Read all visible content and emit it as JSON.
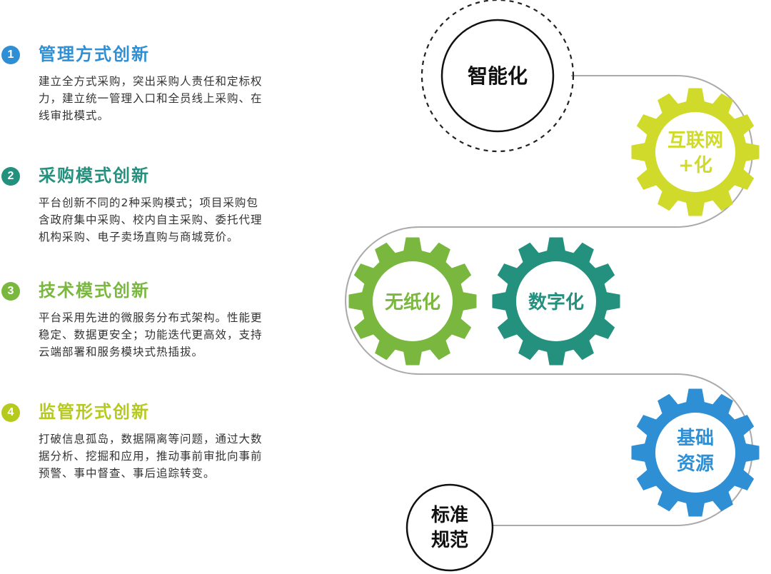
{
  "items": [
    {
      "num": "1",
      "title": "管理方式创新",
      "color": "#2e8fd4",
      "lines": [
        "建立全方式采购，突出采购人责任和定标权",
        "力，建立统一管理入口和全员线上采购、在",
        "线审批模式。"
      ]
    },
    {
      "num": "2",
      "title": "采购模式创新",
      "color": "#23917e",
      "lines": [
        "平台创新不同的2种采购模式；项目采购包",
        "含政府集中采购、校内自主采购、委托代理",
        "机构采购、电子卖场直购与商城竞价。"
      ]
    },
    {
      "num": "3",
      "title": "技术模式创新",
      "color": "#7ab73f",
      "lines": [
        "平台采用先进的微服务分布式架构。性能更",
        "稳定、数据更安全；功能迭代更高效，支持",
        "云端部署和服务模块式热插拔。"
      ]
    },
    {
      "num": "4",
      "title": "监管形式创新",
      "color": "#b6c91f",
      "lines": [
        "打破信息孤岛，数据隔离等问题，通过大数",
        "据分析、挖掘和应用，推动事前审批向事前",
        "预警、事中督查、事后追踪转变。"
      ]
    }
  ],
  "diagram": {
    "top_circle": "智能化",
    "bottom_circle_lines": [
      "标准",
      "规范"
    ],
    "gear_internet_lines": [
      "互联网",
      "+化"
    ],
    "gear_paperless": "无纸化",
    "gear_digital": "数字化",
    "gear_resource_lines": [
      "基础",
      "资源"
    ],
    "colors": {
      "internet": "#cfda2b",
      "paperless": "#7ab73f",
      "digital": "#23917e",
      "resource": "#2e8fd4",
      "track": "#aaaaaa"
    }
  }
}
